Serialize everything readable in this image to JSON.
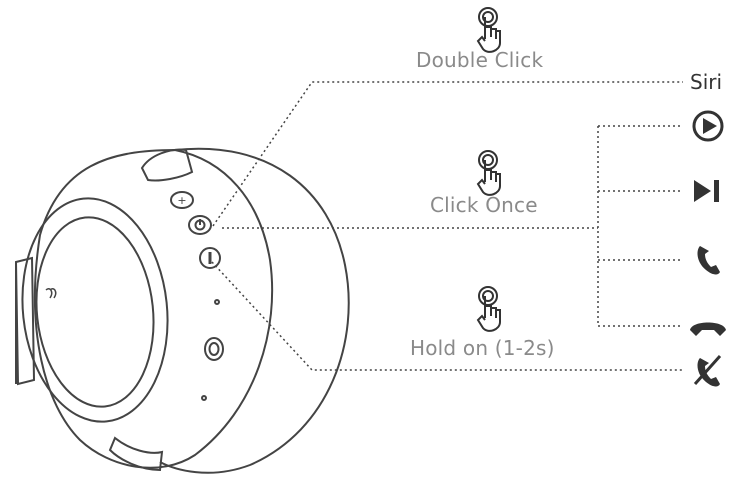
{
  "gestures": {
    "double_click": "Double Click",
    "click_once": "Click Once",
    "hold_on": "Hold on (1-2s)"
  },
  "functions": {
    "siri": "Siri",
    "play_icon": "play-circle-icon",
    "next_icon": "play-next-icon",
    "answer_icon": "phone-answer-icon",
    "hangup_icon": "phone-hangup-icon",
    "reject_icon": "phone-reject-icon"
  },
  "colors": {
    "line": "#444444",
    "text": "#8a8a8a",
    "icon": "#333333"
  }
}
